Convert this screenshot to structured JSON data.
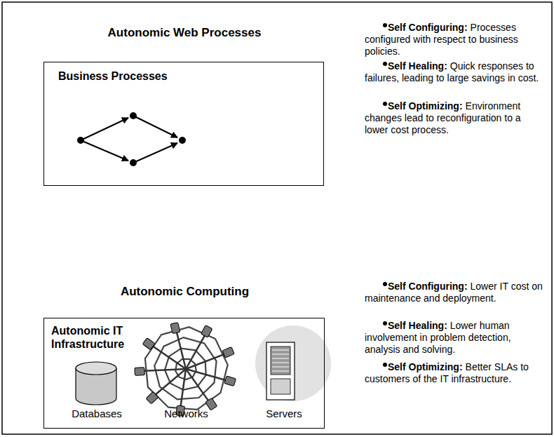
{
  "diagram": {
    "nodes": [
      {
        "text": [
          "Autonomic Web Processes",
          "Business Processes"
        ]
      },
      {
        "text": [
          "Autonomic Computing",
          "Autonomic IT Infrastructure"
        ]
      },
      {
        "text": [
          "Databases"
        ],
        "in": 1
      },
      {
        "text": [
          "Networks"
        ],
        "in": 1
      },
      {
        "text": [
          "Servers"
        ],
        "in": 1
      }
    ],
    "labels": [
      "Self Configuring:",
      "Processes configured with respect to business policies.",
      "Self Healing:",
      "Quick responses to failures, leading to large savings in cost.",
      "Self Optimizing:",
      "Environment changes lead to reconfiguration to a lower cost process.",
      "Self Configuring:",
      "Lower IT cost on maintenance and deployment.",
      "Self Healing:",
      "Lower human involvement in problem detection, analysis and solving.",
      "Self Optimizing:",
      "Better SLAs to customers of the IT infrastructure."
    ]
  }
}
